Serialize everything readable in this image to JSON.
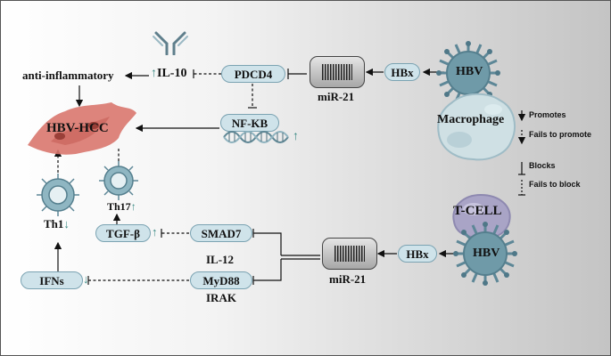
{
  "diagram": {
    "top_pathway": {
      "virus": "HBV",
      "cell": "Macrophage",
      "hbx": "HBx",
      "mirna": "miR-21",
      "pdcd4": "PDCD4",
      "il10": "IL-10",
      "il10_arrow": "↑",
      "anti_inflammatory": "anti-inflammatory",
      "nfkb": "NF-KB",
      "nfkb_arrow": "↑"
    },
    "center": {
      "tumor": "HBV-HCC"
    },
    "bottom_pathway": {
      "virus": "HBV",
      "cell": "T-CELL",
      "hbx": "HBx",
      "mirna": "miR-21",
      "smad7": "SMAD7",
      "tgfb": "TGF-β",
      "tgfb_arrow": "↑",
      "il12": "IL-12",
      "myd88": "MyD88",
      "irak": "IRAK",
      "ifns": "IFNs",
      "ifns_arrow": "↓",
      "th1": "Th1",
      "th1_arrow": "↓",
      "th17": "Th17",
      "th17_arrow": "↑"
    },
    "legend": {
      "promotes": "Promotes",
      "fails_to_promote": "Fails to promote",
      "blocks": "Blocks",
      "fails_to_block": "Fails to block"
    },
    "colors": {
      "pill_fill": "#cfe3ea",
      "virus": "#6f9aa8",
      "cell_fill": "#cfe0e4",
      "tumor": "#d9776e",
      "up_down_arrows": "#3a8a84"
    }
  }
}
